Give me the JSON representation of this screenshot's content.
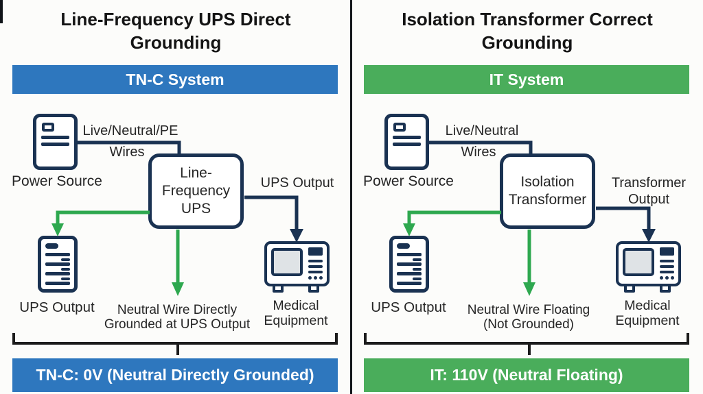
{
  "colors": {
    "banner_blue": "#2e77be",
    "banner_green": "#4aad5b",
    "wire_navy": "#1a3252",
    "wire_green": "#2ea84f",
    "bracket_black": "#1c1c1c",
    "screen_gray": "#dfe3e6"
  },
  "icons": {
    "power_source": "server-icon",
    "ups_output": "document-list-icon",
    "equipment": "medical-monitor-icon",
    "arrows": "arrow-down"
  },
  "panels": [
    {
      "title": "Line-Frequency UPS Direct Grounding",
      "system_banner": "TN-C System",
      "banner_color": "#2e77be",
      "power_source_label": "Power Source",
      "wires_label_top": "Live/Neutral/PE",
      "wires_label_bottom": "Wires",
      "converter_label": "Line-Frequency UPS",
      "output_wire_label": "UPS Output",
      "ups_output_label": "UPS Output",
      "neutral_caption_line1": "Neutral Wire Directly",
      "neutral_caption_line2": "Grounded at UPS Output",
      "equipment_label": "Medical Equipment",
      "result_banner": "TN-C: 0V (Neutral Directly Grounded)"
    },
    {
      "title": "Isolation Transformer Correct Grounding",
      "system_banner": "IT System",
      "banner_color": "#4aad5b",
      "power_source_label": "Power Source",
      "wires_label_top": "Live/Neutral",
      "wires_label_bottom": "Wires",
      "converter_label": "Isolation Transformer",
      "output_wire_label": "Transformer Output",
      "ups_output_label": "UPS Output",
      "neutral_caption_line1": "Neutral Wire Floating",
      "neutral_caption_line2": "(Not Grounded)",
      "equipment_label": "Medical Equipment",
      "result_banner": "IT: 110V (Neutral Floating)"
    }
  ]
}
